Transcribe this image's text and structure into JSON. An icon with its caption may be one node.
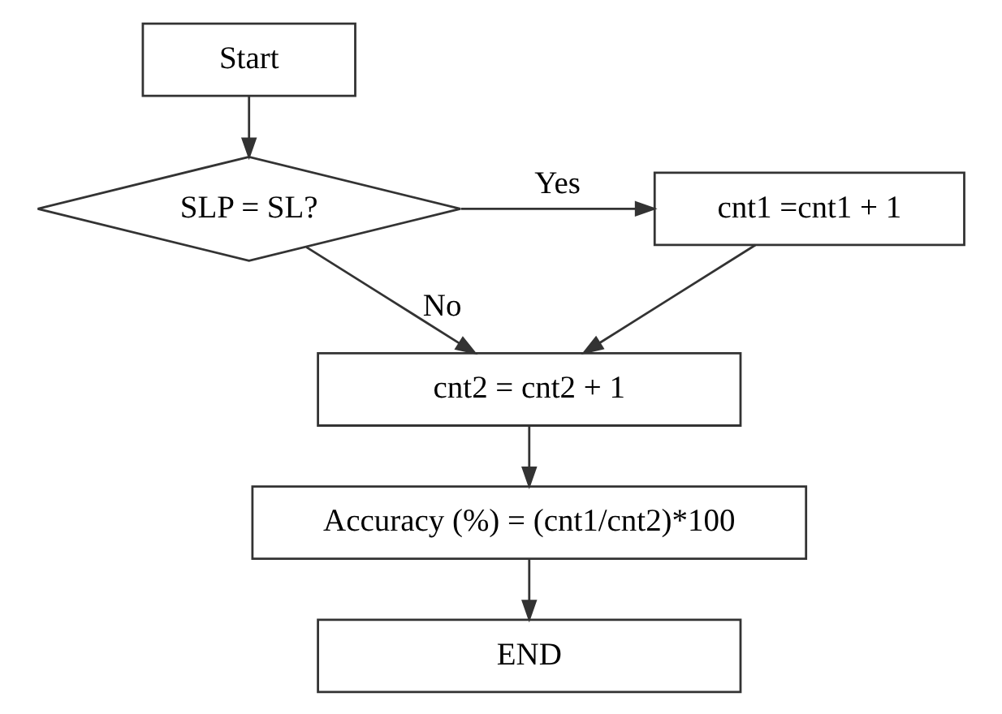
{
  "diagram": {
    "nodes": [
      {
        "text": [
          "Start"
        ]
      },
      {
        "text": [
          "SLP = SL?"
        ]
      },
      {
        "text": [
          "cnt1 =cnt1 + 1"
        ]
      },
      {
        "text": [
          "cnt2 = cnt2 + 1"
        ]
      },
      {
        "text": [
          "Accuracy (%) = (cnt1/cnt2)*100"
        ]
      },
      {
        "text": [
          "END"
        ]
      }
    ],
    "edges": [
      {
        "from": 0,
        "to": 1,
        "arrow": "to"
      },
      {
        "from": 1,
        "to": 2,
        "arrow": "to",
        "label": "Yes"
      },
      {
        "from": 1,
        "to": 3,
        "arrow": "to",
        "label": "No"
      },
      {
        "from": 2,
        "to": 3,
        "arrow": "to"
      },
      {
        "from": 3,
        "to": 4,
        "arrow": "to"
      },
      {
        "from": 4,
        "to": 5,
        "arrow": "to"
      }
    ]
  }
}
